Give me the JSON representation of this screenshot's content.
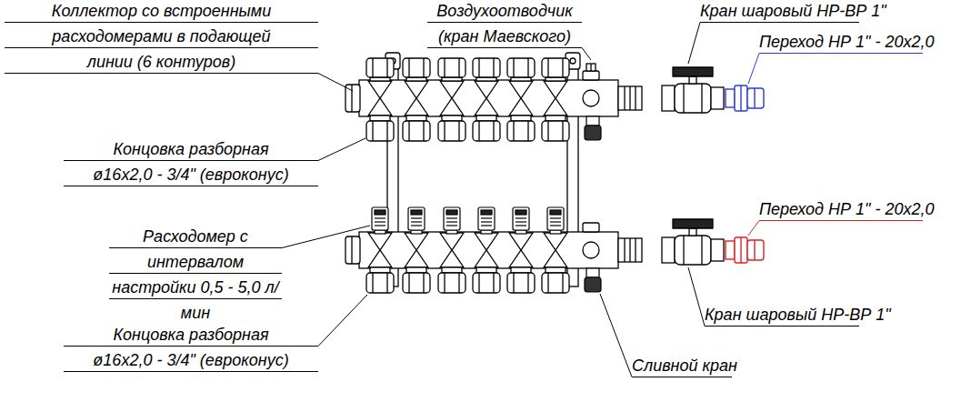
{
  "diagram": {
    "labels": [
      "Коллектор со встроенными расходомерами в подающей линии (6 контуров)",
      "Воздухоотводчик (кран Маевского)",
      "Кран шаровый НР-ВР 1\"",
      "Переход НР 1\" - 20х2,0",
      "Концовка разборная ø16х2,0 - 3/4\" (евроконус)",
      "Переход НР 1\" - 20х2,0",
      "Расходомер с интервалом настройки 0,5 - 5,0 л/мин",
      "Кран шаровый НР-ВР 1\"",
      "Концовка разборная ø16х2,0 - 3/4\" (евроконус)",
      "Сливной кран"
    ]
  }
}
